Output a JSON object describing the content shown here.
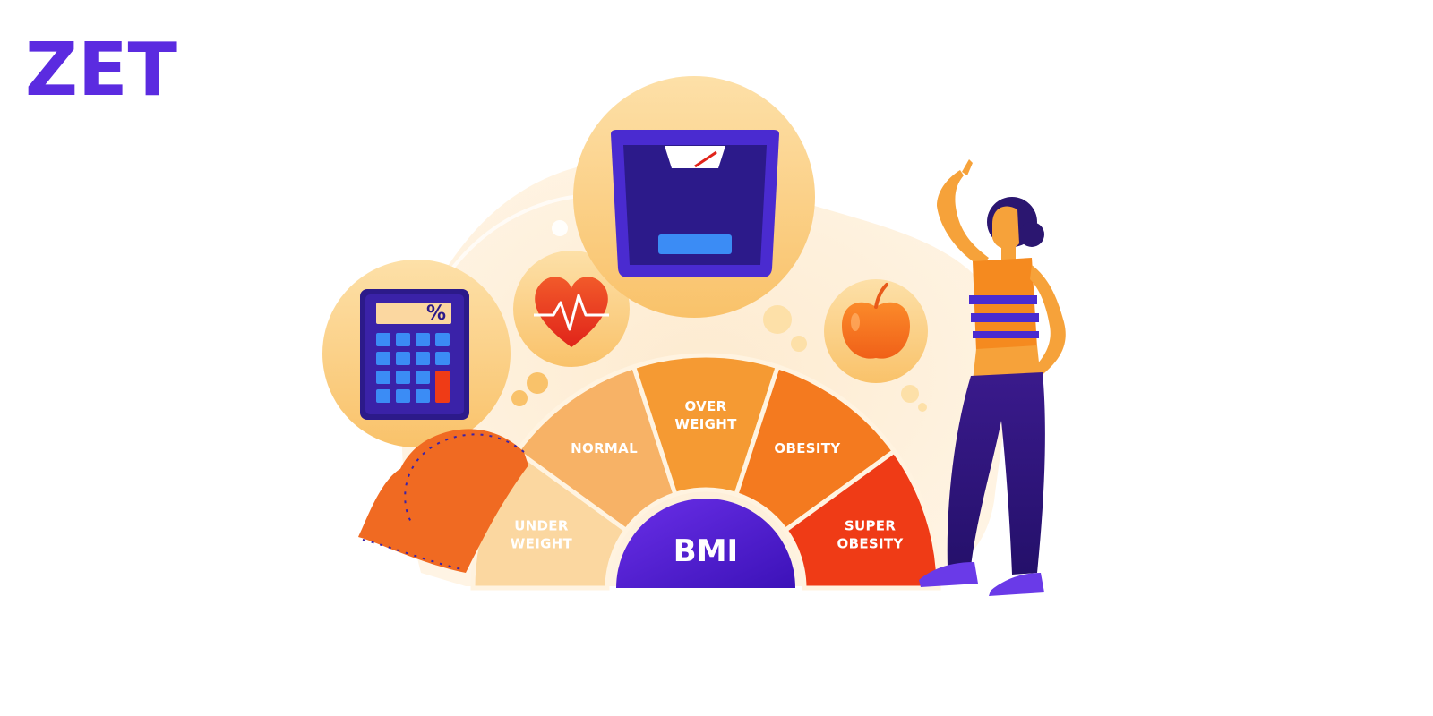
{
  "brand": {
    "logo_text": "ZET",
    "color": "#5b2be0"
  },
  "gauge": {
    "center_label": "BMI",
    "segments": [
      {
        "line1": "UNDER",
        "line2": "WEIGHT",
        "color": "#fbd7a0"
      },
      {
        "line1": "NORMAL",
        "line2": "",
        "color": "#f7b266"
      },
      {
        "line1": "OVER",
        "line2": "WEIGHT",
        "color": "#f59a33"
      },
      {
        "line1": "OBESITY",
        "line2": "",
        "color": "#f47a1f"
      },
      {
        "line1": "SUPER",
        "line2": "OBESITY",
        "color": "#ef3b16"
      }
    ]
  },
  "icons": {
    "calculator_symbol": "%",
    "names": [
      "calculator-icon",
      "heart-pulse-icon",
      "weight-scale-icon",
      "apple-icon",
      "measuring-tape-icon"
    ]
  },
  "colors": {
    "accent": "#4a1fd0",
    "navy": "#2b1670",
    "orange": "#f58a1f",
    "light_peach": "#fde8c8"
  }
}
